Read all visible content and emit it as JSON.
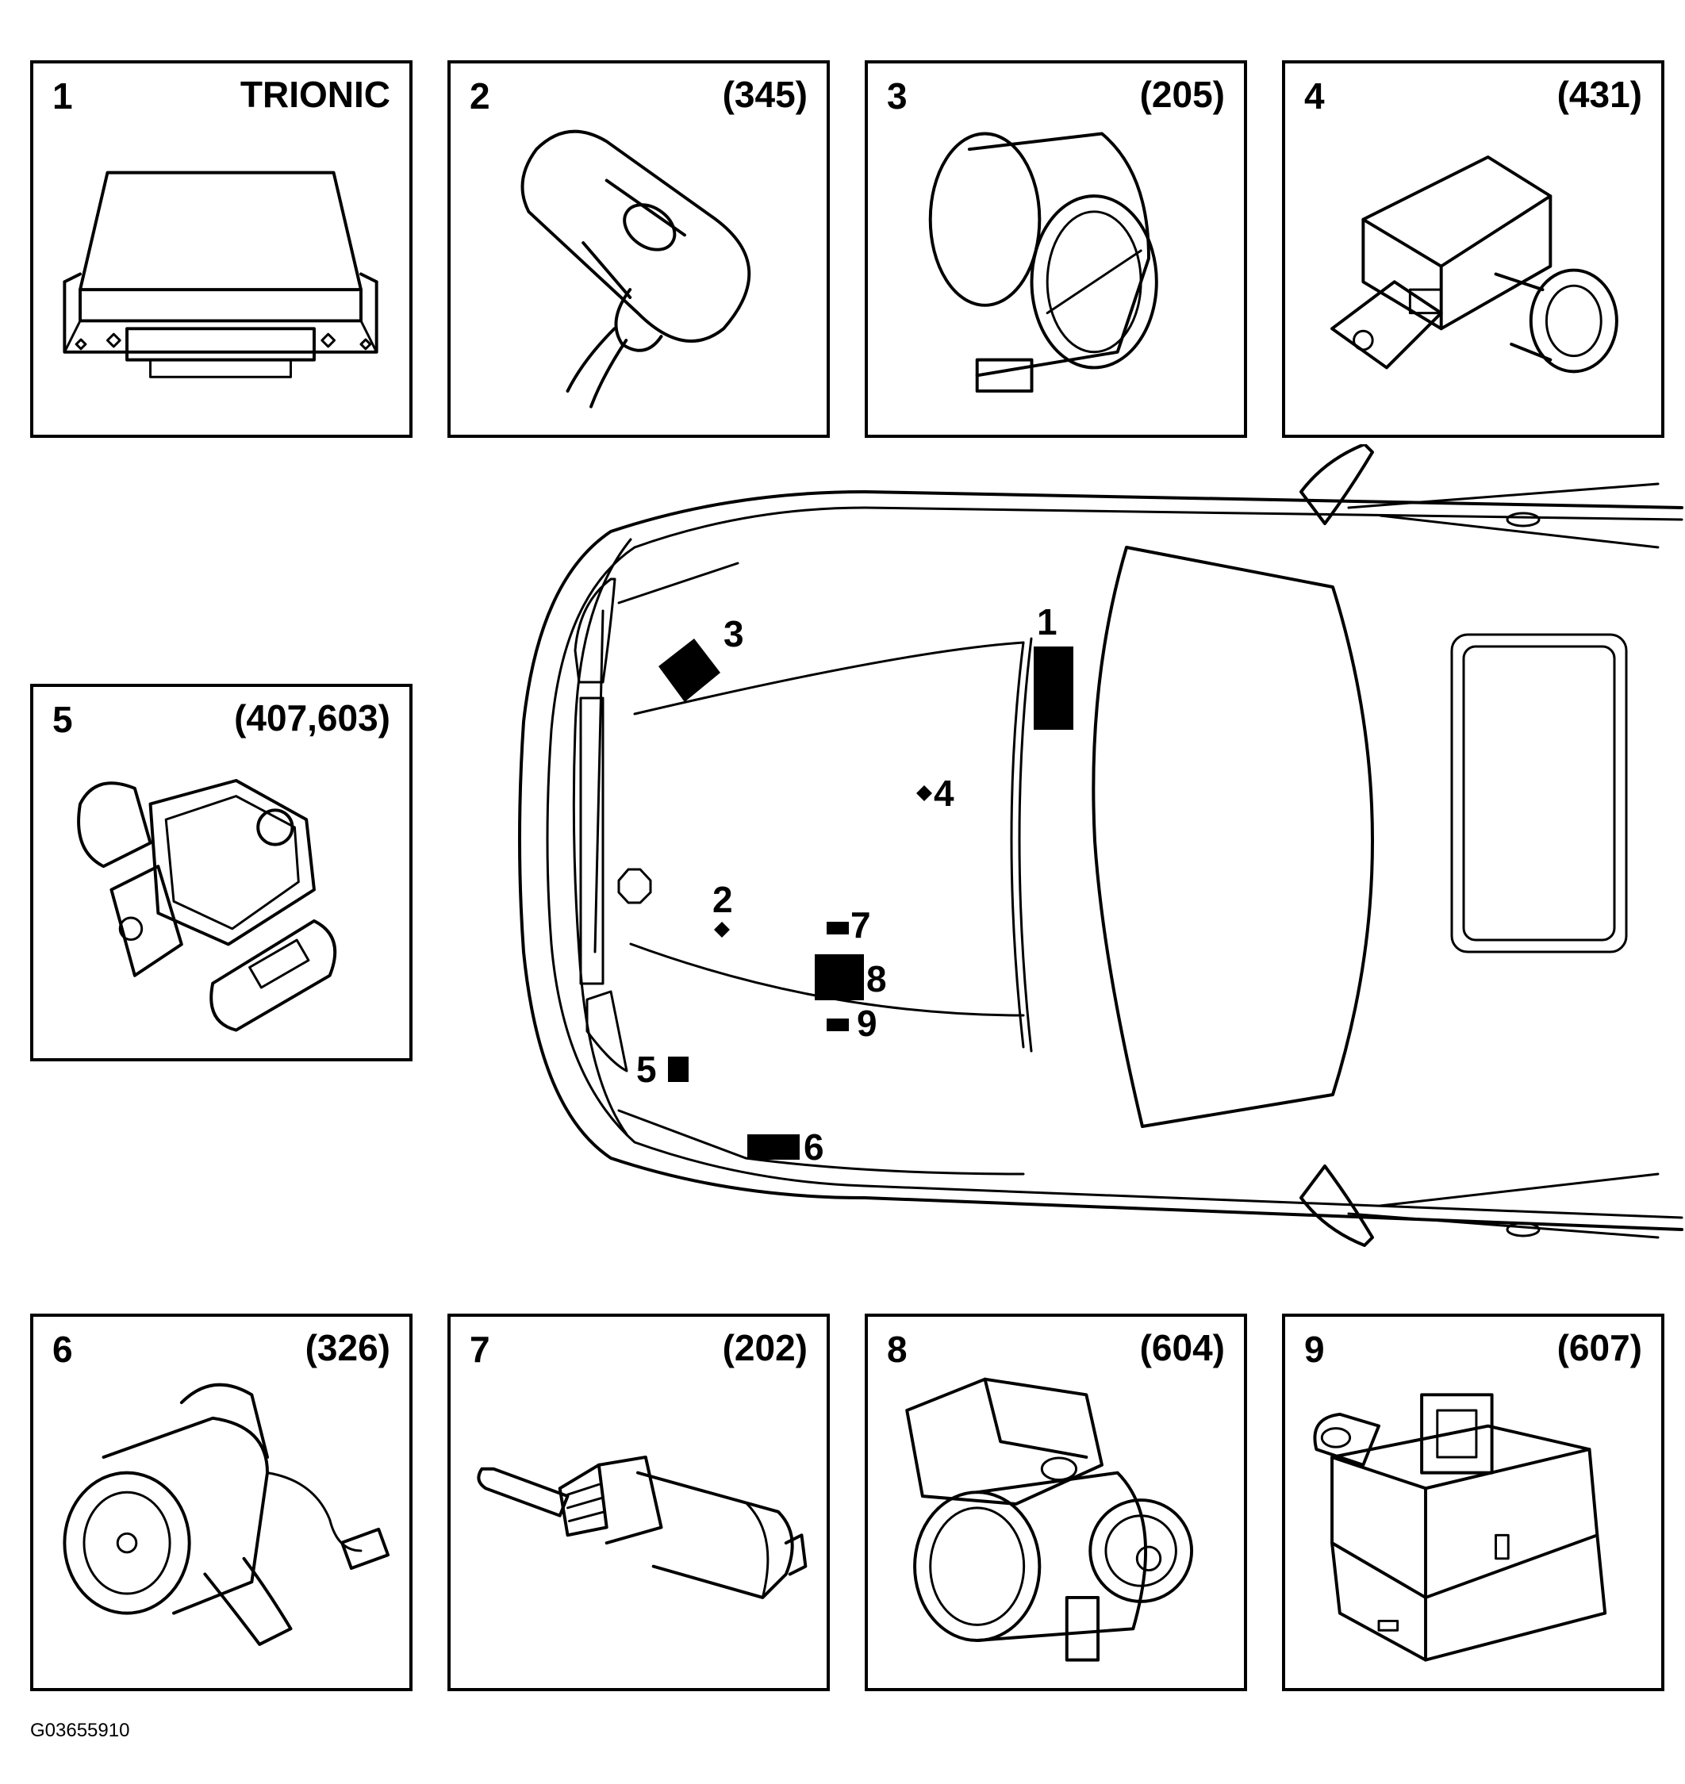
{
  "components": [
    {
      "number": "1",
      "code": "TRIONIC"
    },
    {
      "number": "2",
      "code": "(345)"
    },
    {
      "number": "3",
      "code": "(205)"
    },
    {
      "number": "4",
      "code": "(431)"
    },
    {
      "number": "5",
      "code": "(407,603)"
    },
    {
      "number": "6",
      "code": "(326)"
    },
    {
      "number": "7",
      "code": "(202)"
    },
    {
      "number": "8",
      "code": "(604)"
    },
    {
      "number": "9",
      "code": "(607)"
    }
  ],
  "callouts": [
    "1",
    "2",
    "3",
    "4",
    "5",
    "6",
    "7",
    "8",
    "9"
  ],
  "figure_id": "G03655910"
}
